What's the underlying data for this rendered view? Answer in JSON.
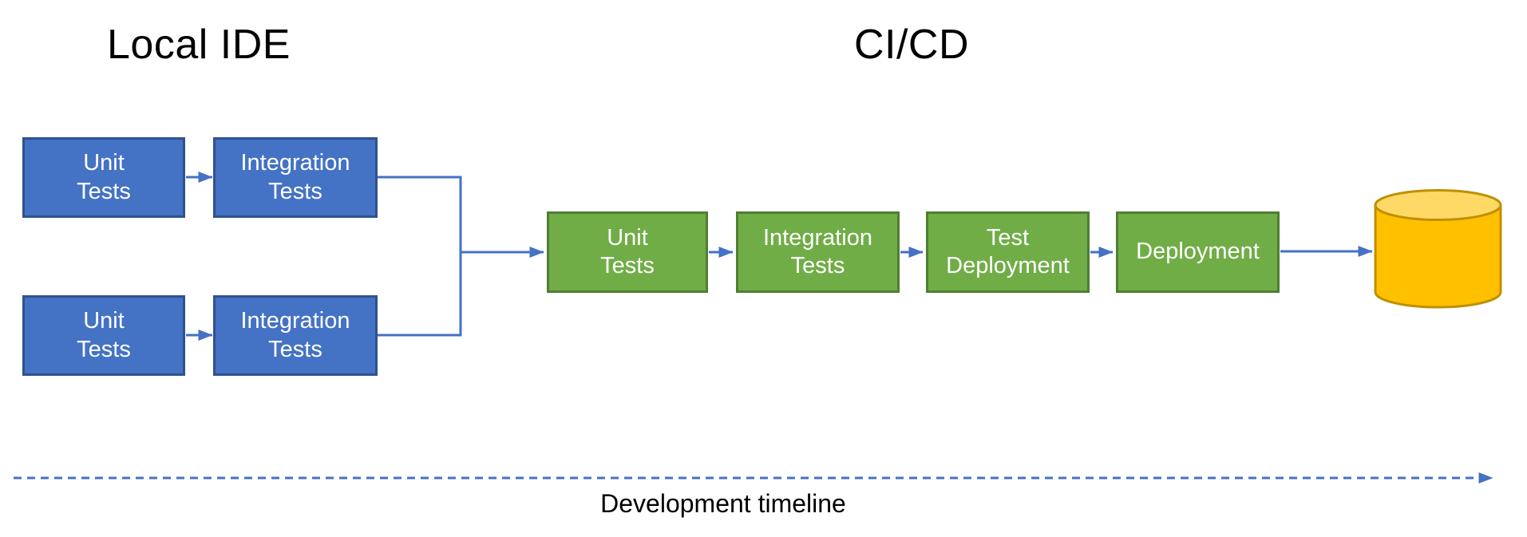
{
  "sections": {
    "local_ide": {
      "title": "Local IDE"
    },
    "cicd": {
      "title": "CI/CD"
    }
  },
  "nodes": {
    "local_unit_1": "Unit\nTests",
    "local_integration_1": "Integration\nTests",
    "local_unit_2": "Unit\nTests",
    "local_integration_2": "Integration\nTests",
    "cicd_unit": "Unit\nTests",
    "cicd_integration": "Integration\nTests",
    "cicd_test_deployment": "Test\nDeployment",
    "cicd_deployment": "Deployment"
  },
  "timeline": {
    "label": "Development timeline"
  },
  "icons": {
    "database_icon": "yellow-cylinder-database"
  },
  "colors": {
    "blue_fill": "#4472C4",
    "blue_border": "#2F528F",
    "green_fill": "#70AD47",
    "green_border": "#507E32",
    "arrow": "#4472C4",
    "db_fill": "#FFC000",
    "db_top_fill": "#FFD966",
    "db_border": "#BF9000",
    "title_text": "#000000",
    "node_text": "#FFFFFF"
  }
}
